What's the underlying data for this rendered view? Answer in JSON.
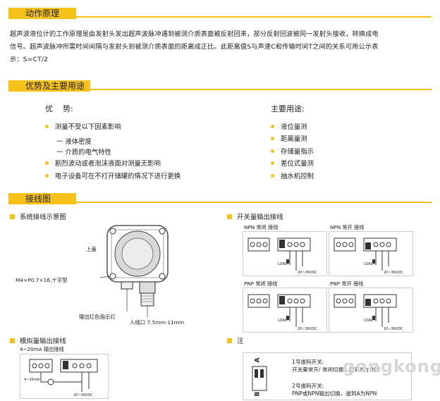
{
  "sections": {
    "principle": "动作原理",
    "advantages": "优势及主要用途",
    "wiring": "接线图"
  },
  "principle_text": [
    "超声波液位计的工作原理是由发射头发出超声波脉冲遇到被测介质表面被反射回来，部分反射回波被同一发射头接收，转换成电",
    "信号。超声波脉冲所需时间间隔与发射头到被测介质表面的距离成正比。此距离值S与声速C和传输时间T之间的关系可用公示表",
    "示：S=CT/2"
  ],
  "advantages": {
    "heading": "优    势:",
    "items": [
      "测量不受以下因素影响",
      "一 液体密度",
      "一 介质的电气特性",
      "剧烈波动或者泡沫液面对测量无影响",
      "电子设备可在不打开储罐的情况下进行更换"
    ]
  },
  "uses": {
    "heading": "主要用途:",
    "items": [
      "液位量测",
      "距离量测",
      "存储量指示",
      "差位式量测",
      "抽水机控制"
    ]
  },
  "wiring": {
    "system_diagram": "系统接线示意图",
    "label_cover": "上盖",
    "label_screw": "M4×P0.7×16,十字型",
    "label_led": "输出红色指示灯",
    "label_inlet": "入线口 7.5mm-11mm",
    "switch_output": "开关量输出接线",
    "npn_nc": "NPN 常闭 接线",
    "npn_no": "NPN 常开 接线",
    "pnp_nc": "PNP 常闭 接线",
    "pnp_no": "PNP 常开 接线",
    "load": "LOAD",
    "voltage": "20~36VDC",
    "analog_output": "模拟量输出接线",
    "analog_sub": "4~20mA 输出接线",
    "analog_signal": "4~20mA",
    "note": "注",
    "dip_a": "A",
    "dip_b": "B",
    "note1_title": "1号拔码开关:",
    "note1_text": "开关量常开/ 常闭切换，拔到A为常闭",
    "note2_title": "2号拔码开关:",
    "note2_text": "PNP或NPN输出切换，拔到A为NPN"
  },
  "watermark": "gongkong",
  "colors": {
    "accent": "#f6c21a"
  }
}
